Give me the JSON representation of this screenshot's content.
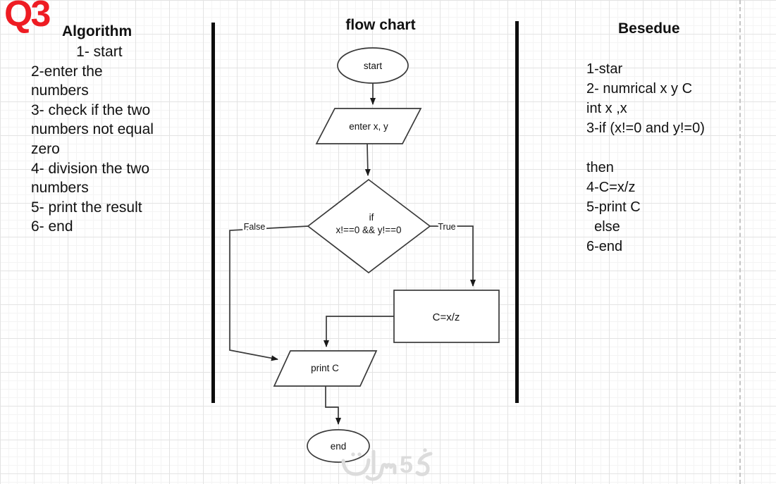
{
  "page": {
    "q_label": "Q3"
  },
  "algorithm": {
    "title": "Algorithm",
    "lines": [
      "           1- start",
      "2-enter the",
      "numbers",
      "3- check if the two",
      "numbers not equal",
      "zero",
      "4- division the two",
      "numbers",
      "5- print the result",
      "6- end"
    ]
  },
  "flowchart": {
    "title": "flow chart",
    "nodes": {
      "start": "start",
      "input": "enter x, y",
      "decision_line1": "if",
      "decision_line2": "x!==0 && y!==0",
      "process": "C=x/z",
      "output": "print C",
      "end": "end"
    },
    "edge_labels": {
      "false": "False",
      "true": "True"
    }
  },
  "pseudocode": {
    "title": "Besedue",
    "lines": [
      "1-star",
      "2- numrical x y C",
      "int x ,x",
      "3-if (x!=0 and y!=0)",
      "",
      "then",
      "4-C=x/z",
      "5-print C",
      "  else",
      "6-end"
    ]
  },
  "watermark": {
    "text": "خ5سات",
    "digit": "5"
  },
  "colors": {
    "q_label": "#ee1c23",
    "shape_stroke": "#3a3a3a",
    "text": "#111111",
    "divider": "#0d0d0d",
    "grid_major": "#e3e3e3",
    "grid_minor": "#f4f4f4",
    "page_break": "#c4c4c4",
    "watermark": "#dcdcdc"
  }
}
